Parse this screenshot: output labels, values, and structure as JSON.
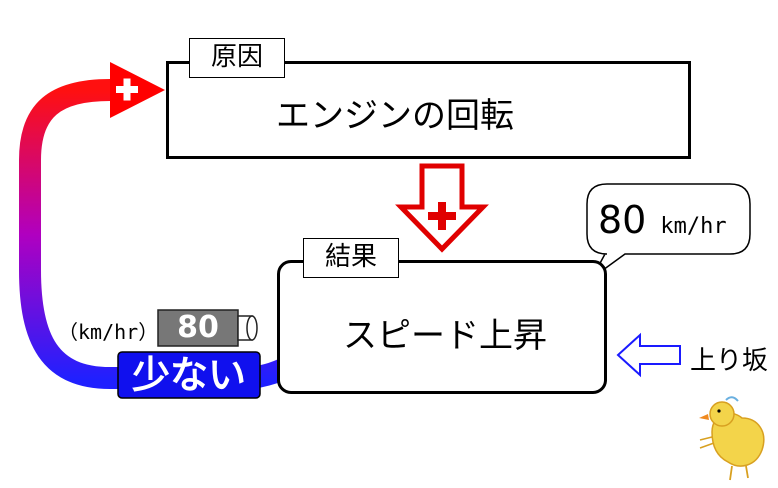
{
  "cause": {
    "tag": "原因",
    "text": "エンジンの回転"
  },
  "result": {
    "tag": "結果",
    "text": "スピード上昇"
  },
  "speech": {
    "value": "80",
    "unit": "km/hr"
  },
  "gauge": {
    "unit": "（km/hr）",
    "value": "80"
  },
  "low_label": "少ない",
  "slope_label": "上り坂",
  "colors": {
    "up_arrow": "#e00000",
    "feedback_start": "#ff0000",
    "feedback_end": "#1a1aff",
    "low_bg": "#1010ee",
    "slope_arrow": "#1a1aff",
    "gauge_bg": "#777777"
  }
}
